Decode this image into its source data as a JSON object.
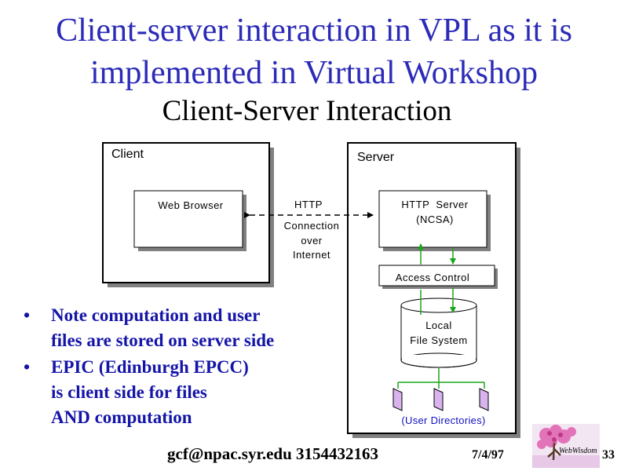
{
  "slide": {
    "title_line1": "Client-server interaction in VPL as it is",
    "title_line2": "implemented in Virtual Workshop",
    "diagram_heading": "Client-Server Interaction"
  },
  "diagram": {
    "client_label": "Client",
    "server_label": "Server",
    "web_browser_label": "Web Browser",
    "connection_line1": "HTTP",
    "connection_line2": "Connection",
    "connection_line3": "over",
    "connection_line4": "Internet",
    "http_server_line1": "HTTP  Server",
    "http_server_line2": "(NCSA)",
    "access_control_label": "Access Control",
    "filesystem_line1": "Local",
    "filesystem_line2": "File System",
    "user_directories_label": "(User Directories)",
    "colors": {
      "arrow_green": "#1aa51a",
      "directory_fill": "#d9b3ee",
      "title_blue": "#2b2bb8",
      "user_dir_blue": "#1010c0"
    }
  },
  "bullets": [
    {
      "line1": "Note computation and user",
      "line2": "files are stored on server side"
    },
    {
      "line1": "EPIC (Edinburgh EPCC)",
      "line2": "is client side for files",
      "line3": "AND computation"
    }
  ],
  "footer": {
    "contact": "gcf@npac.syr.edu 3154432163",
    "date": "7/4/97",
    "page_number": "33",
    "logo_text": "WebWisdom"
  }
}
